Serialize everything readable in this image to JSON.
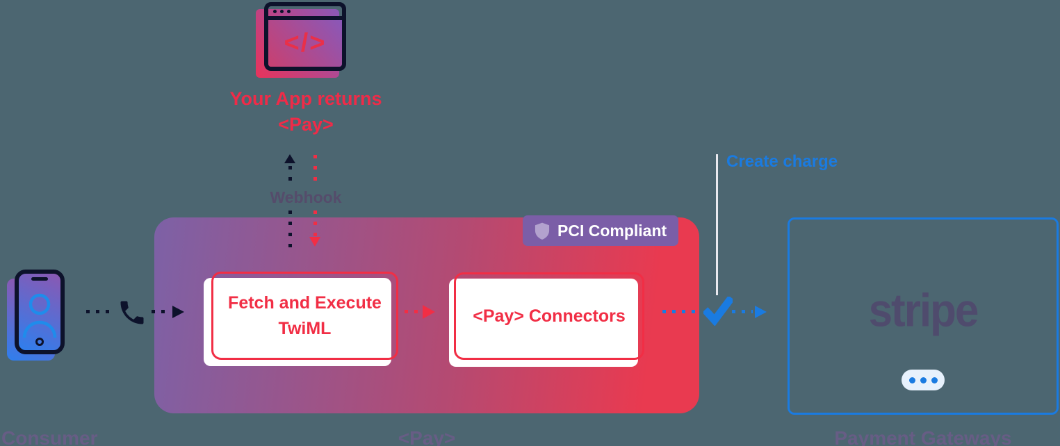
{
  "colors": {
    "background": "#4C6671",
    "ink_navy": "#0D122B",
    "red": "#F12E45",
    "panel_purple": "#7D61A6",
    "panel_red": "#E93A50",
    "blue": "#1A7BE1",
    "badge_purple": "#7B5EA7",
    "label_purple": "#675D85",
    "stripe_logo_color": "#4F4B6D"
  },
  "app_window": {
    "code_glyph": "</>",
    "caption_line1": "Your App returns",
    "caption_line2": "<Pay>"
  },
  "webhook": {
    "label": "Webhook"
  },
  "consumer": {
    "label": "Consumer"
  },
  "pay_section": {
    "label": "<Pay>",
    "pci_badge": "PCI Compliant",
    "fetch_box_line1": "Fetch and Execute",
    "fetch_box_line2": "TwiML",
    "connectors_box": "<Pay> Connectors"
  },
  "charge": {
    "label": "Create charge"
  },
  "gateways": {
    "label": "Payment Gateways",
    "logo": "stripe"
  }
}
